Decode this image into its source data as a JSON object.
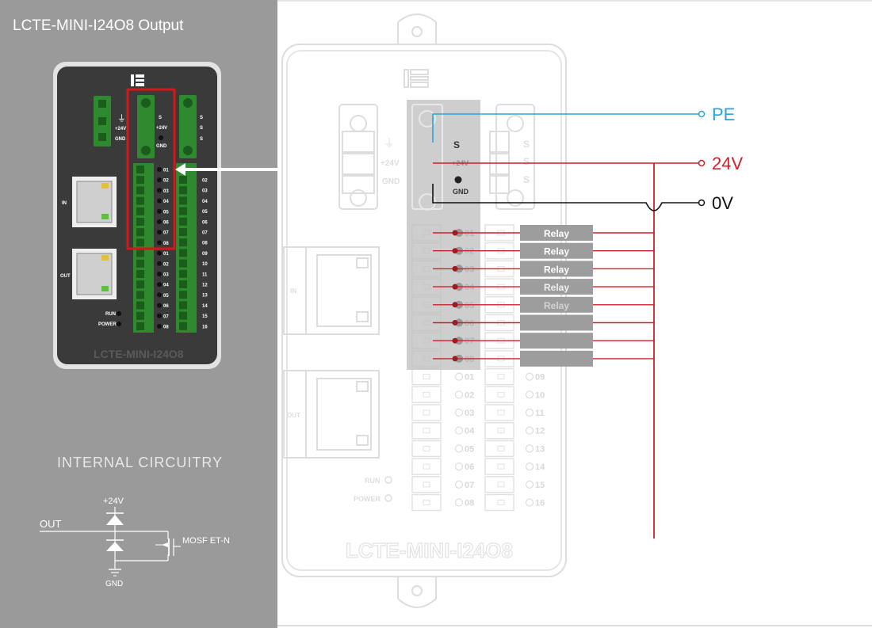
{
  "left_panel": {
    "title": "LCTE-MINI-I24O8 Output",
    "section_title": "INTERNAL CIRCUITRY"
  },
  "device": {
    "model_label": "LCTE-MINI-I24O8",
    "port_in_label": "IN",
    "port_out_label": "OUT",
    "run_label": "RUN",
    "power_label": "POWER",
    "pwr_labels": [
      "S",
      "+24V",
      "GND"
    ],
    "s_label": "S",
    "ground_symbol": "⏚",
    "col1_terms": [
      "01",
      "02",
      "03",
      "04",
      "05",
      "06",
      "07",
      "08",
      "01",
      "02",
      "03",
      "04",
      "05",
      "06",
      "07",
      "08"
    ],
    "col2_terms": [
      "02",
      "03",
      "04",
      "05",
      "06",
      "07",
      "08",
      "09",
      "10",
      "11",
      "12",
      "13",
      "14",
      "15",
      "16"
    ],
    "col1_gray": [
      "01",
      "02",
      "03",
      "04",
      "05",
      "06",
      "07",
      "08"
    ],
    "col2_gray": [
      "09",
      "10",
      "11",
      "12",
      "13",
      "14",
      "15",
      "16"
    ]
  },
  "circuit": {
    "v24_label": "+24V",
    "out_label": "OUT",
    "mosfet_label": "MOSF ET-N",
    "gnd_label": "GND"
  },
  "wiring": {
    "pe_label": "PE",
    "v24_label": "24V",
    "zero_v_label": "0V",
    "relay_label": "Relay",
    "relay_count": 8,
    "relay_visible_labels": 5,
    "colors": {
      "pe": "#2ba3d8",
      "v24": "#cc1f2b",
      "zero_v": "#111111",
      "highlight": "#d6161b"
    }
  }
}
